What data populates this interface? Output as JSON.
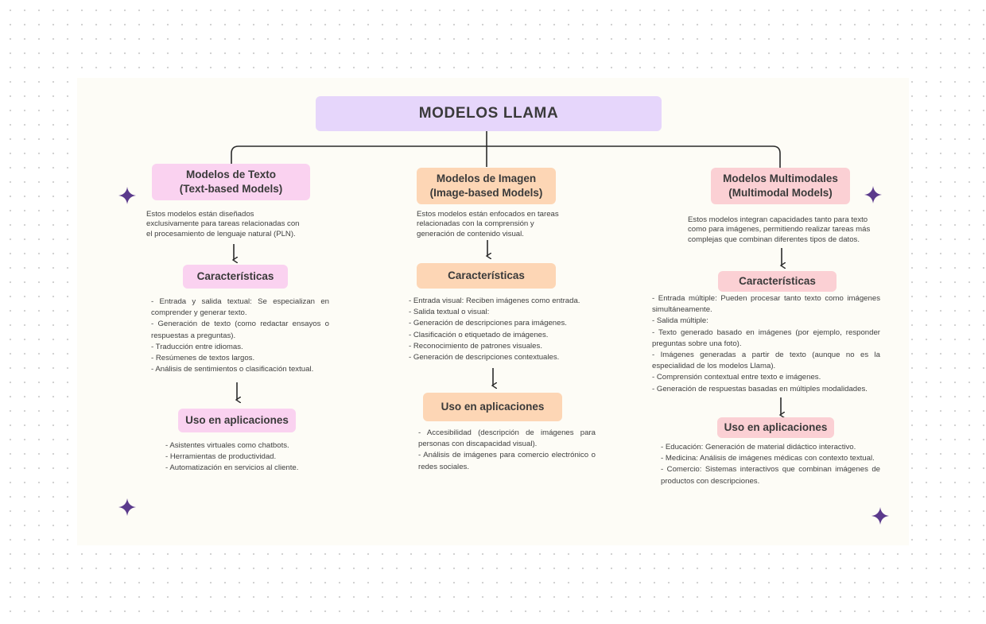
{
  "title": "MODELOS LLAMA",
  "columns": [
    {
      "heading": "Modelos de Texto\n(Text-based Models)",
      "description": "Estos modelos están diseñados\nexclusivamente para tareas relacionadas con\nel procesamiento de lenguaje natural (PLN).",
      "features_title": "Características",
      "features": "- Entrada y salida textual: Se especializan en comprender y generar texto.\n- Generación de texto (como redactar ensayos o respuestas a preguntas).\n- Traducción entre idiomas.\n- Resúmenes de textos largos.\n- Análisis de sentimientos o clasificación textual.",
      "uses_title": "Uso en aplicaciones",
      "uses": "- Asistentes virtuales como chatbots.\n- Herramientas de productividad.\n- Automatización en servicios al cliente."
    },
    {
      "heading": "Modelos de Imagen\n(Image-based Models)",
      "description": "Estos modelos están enfocados en tareas\nrelacionadas con la comprensión y\ngeneración de contenido visual.",
      "features_title": "Características",
      "features": "- Entrada visual: Reciben imágenes como entrada.\n- Salida textual o visual:\n- Generación de descripciones para imágenes.\n- Clasificación o etiquetado de imágenes.\n- Reconocimiento de patrones visuales.\n- Generación de descripciones contextuales.",
      "uses_title": "Uso en aplicaciones",
      "uses": "- Accesibilidad (descripción de imágenes para personas con discapacidad visual).\n- Análisis de imágenes para comercio electrónico o redes sociales."
    },
    {
      "heading": "Modelos Multimodales\n(Multimodal Models)",
      "description": "Estos modelos integran capacidades tanto para texto\ncomo para imágenes, permitiendo realizar tareas más\ncomplejas que combinan diferentes tipos de datos.",
      "features_title": "Características",
      "features": "- Entrada múltiple: Pueden procesar tanto texto como imágenes simultáneamente.\n- Salida múltiple:\n- Texto generado basado en imágenes (por ejemplo, responder preguntas sobre una foto).\n- Imágenes generadas a partir de texto (aunque no es la especialidad de los modelos Llama).\n- Comprensión contextual entre texto e imágenes.\n- Generación de respuestas basadas en múltiples modalidades.",
      "uses_title": "Uso en aplicaciones",
      "uses": "- Educación: Generación de material didáctico interactivo.\n- Medicina: Análisis de imágenes médicas con contexto textual.\n- Comercio: Sistemas interactivos que combinan imágenes de productos con descripciones."
    }
  ],
  "colors": {
    "title_bg": "#e6d6fb",
    "text_col": "#fad2f0",
    "image_col": "#fdd6b5",
    "multi_col": "#fbd0d4",
    "star": "#5b3a8c",
    "line": "#2b2b2b"
  },
  "decorations": [
    "sparkle-icon",
    "sparkle-icon",
    "sparkle-icon",
    "sparkle-icon"
  ]
}
